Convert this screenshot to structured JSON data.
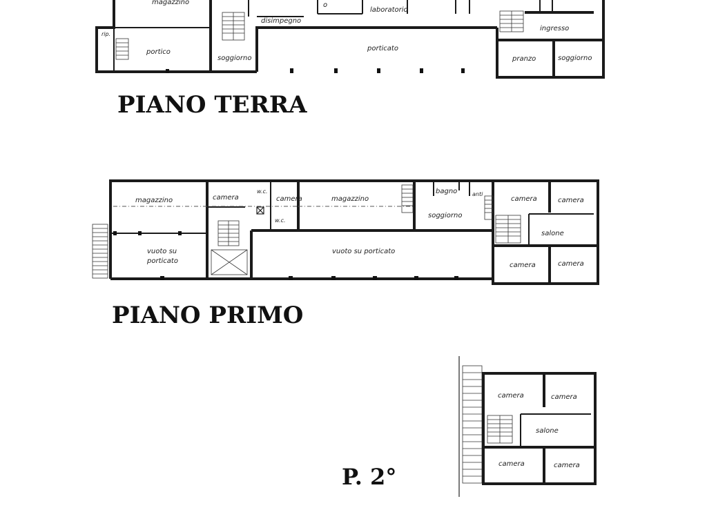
{
  "floors": [
    {
      "id": "piano-terra",
      "title": "PIANO TERRA",
      "rooms": [
        "magazzino",
        "rip.",
        "portico",
        "soggiorno",
        "disimpegno",
        "o",
        "laboratorio",
        "porticato",
        "ingresso",
        "pranzo",
        "soggiorno"
      ]
    },
    {
      "id": "piano-primo",
      "title": "PIANO PRIMO",
      "rooms": [
        "magazzino",
        "camera",
        "w.c.",
        "camera",
        "w.c.",
        "magazzino",
        "bagno",
        "anti",
        "soggiorno",
        "camera",
        "camera",
        "salone",
        "camera",
        "camera",
        "vuoto su",
        "porticato",
        "vuoto su porticato"
      ]
    },
    {
      "id": "piano-secondo",
      "title": "P. 2°",
      "rooms": [
        "camera",
        "camera",
        "salone",
        "camera",
        "camera"
      ]
    }
  ]
}
